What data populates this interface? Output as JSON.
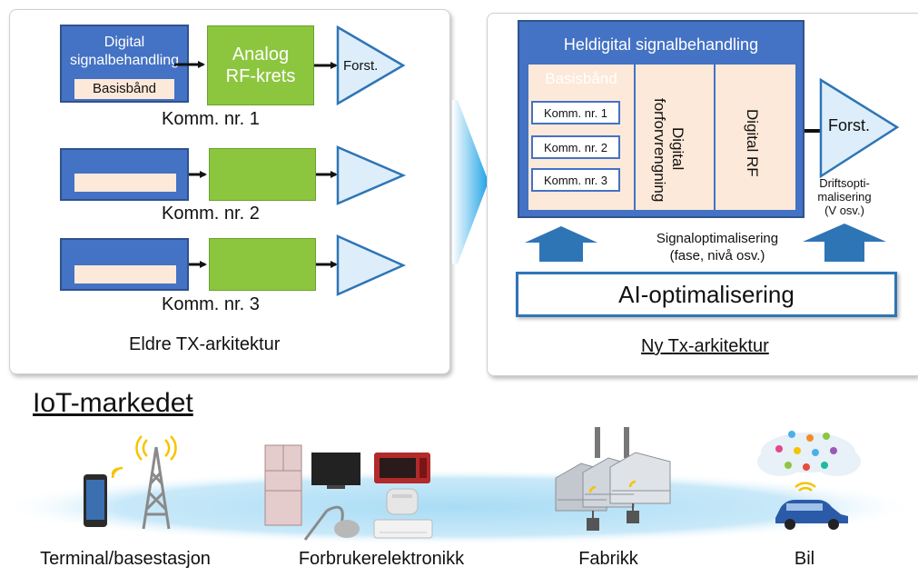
{
  "legacy": {
    "title": "Eldre TX-arkitektur",
    "dsp_label_line1": "Digital",
    "dsp_label_line2": "signalbehandling",
    "baseband": "Basisbånd",
    "rf_line1": "Analog",
    "rf_line2": "RF-krets",
    "amp": "Forst.",
    "channels": [
      "Komm. nr. 1",
      "Komm. nr. 2",
      "Komm. nr. 3"
    ]
  },
  "new": {
    "title": "Ny Tx-arkitektur",
    "header": "Heldigital signalbehandling",
    "baseband": "Basisbånd",
    "channels": [
      "Komm. nr. 1",
      "Komm. nr. 2",
      "Komm. nr. 3"
    ],
    "predistortion_line1": "Digital",
    "predistortion_line2": "forforvrengning",
    "digital_rf": "Digital RF",
    "amp": "Forst.",
    "op_line1": "Driftsopti-",
    "op_line2": "malisering",
    "op_line3": "(V osv.)",
    "sig_line1": "Signaloptimalisering",
    "sig_line2": "(fase, nivå osv.)",
    "ai": "AI-optimalisering"
  },
  "iot": {
    "title": "IoT-markedet",
    "categories": [
      "Terminal/basestasjon",
      "Forbrukerelektronikk",
      "Fabrikk",
      "Bil"
    ]
  },
  "colors": {
    "dsp_blue": "#4472c4",
    "rf_green": "#8cc63f",
    "amp_fill": "#ddeefa",
    "beige": "#fde9d9",
    "wifi": "#f5c400"
  }
}
